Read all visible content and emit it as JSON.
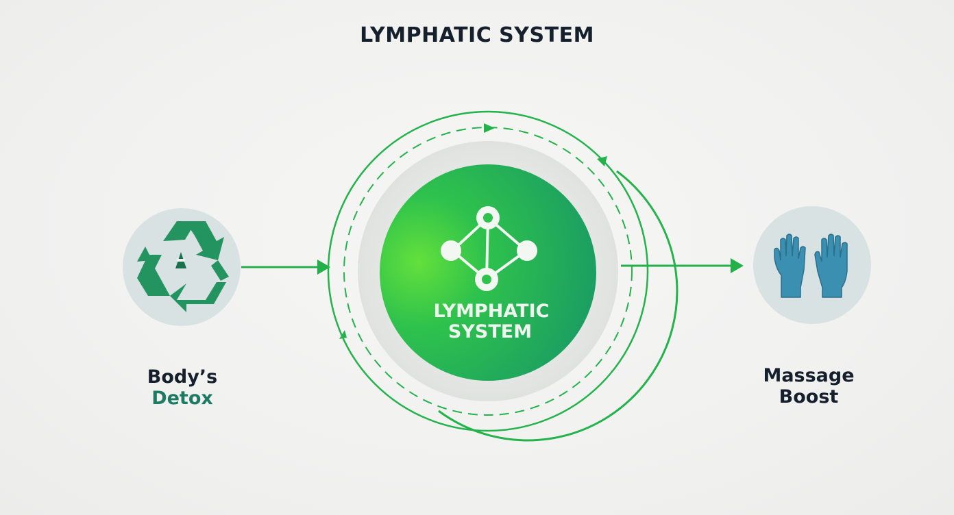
{
  "title": "LYMPHATIC SYSTEM",
  "center": {
    "label_line1": "LYMPHATIC",
    "label_line2": "SYSTEM",
    "icon": "network-nodes-icon"
  },
  "left_node": {
    "icon": "recycle-icon",
    "label_line1": "Body’s",
    "label_line2": "Detox"
  },
  "right_node": {
    "icon": "hands-icon",
    "label_line1": "Massage",
    "label_line2": "Boost"
  },
  "colors": {
    "green": "#22b04a",
    "accent_teal": "#1f7a64",
    "dark_text": "#16202c",
    "side_circle": "#d9e3e4",
    "hand_blue": "#3b8fb0"
  }
}
